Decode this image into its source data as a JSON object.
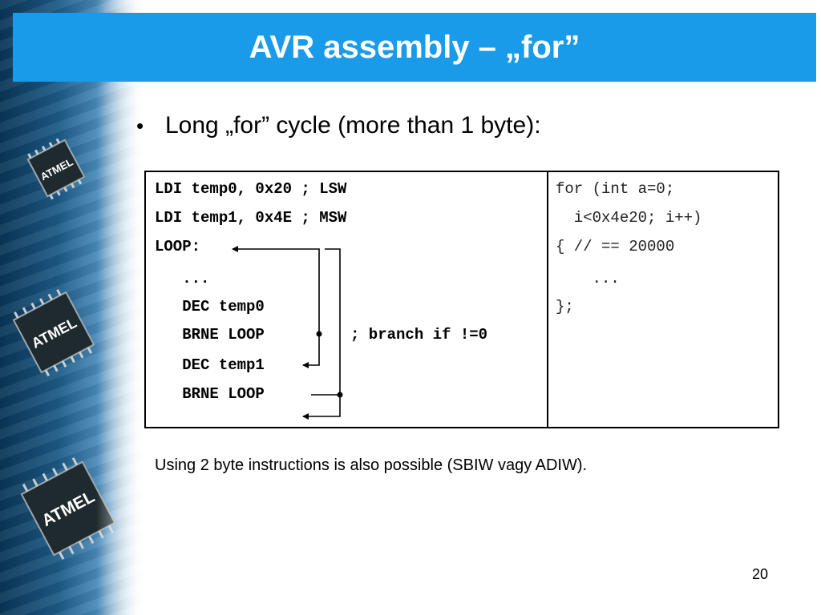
{
  "slide": {
    "title": "AVR assembly – „for”",
    "bullet": "Long „for” cycle (more than 1 byte):",
    "note": "Using 2 byte instructions is also possible (SBIW vagy ADIW).",
    "page_number": "20",
    "brand_text": "ATMEL",
    "colors": {
      "title_bar": "#1a9bea",
      "title_text": "#ffffff",
      "sidebar_dark": "#0b3556",
      "chip_body": "#1f2a2e"
    }
  },
  "asm_code": [
    "LDI temp0, 0x20 ; LSW",
    "LDI temp1, 0x4E ; MSW",
    "LOOP:",
    "   ...",
    "   DEC temp0",
    "   BRNE LOOP",
    "   DEC temp1",
    "   BRNE LOOP"
  ],
  "asm_comment": "; branch if !=0",
  "c_code": [
    "for (int a=0;",
    "  i<0x4e20; i++)",
    "{ // == 20000",
    "    ...",
    "};"
  ]
}
